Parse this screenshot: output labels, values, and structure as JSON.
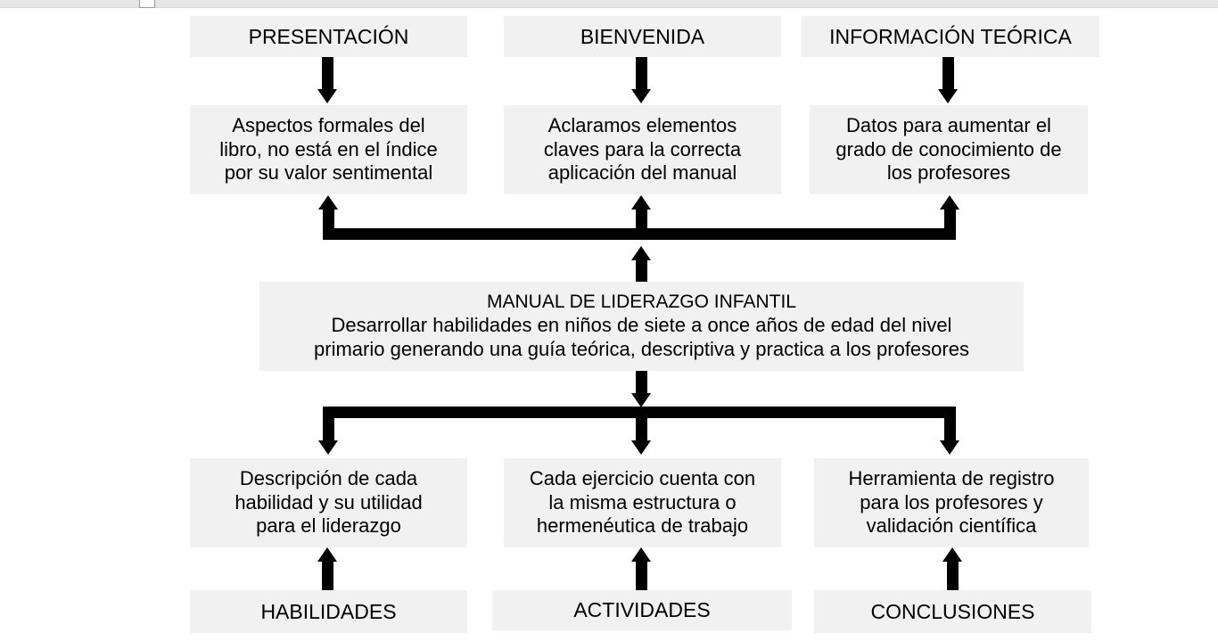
{
  "diagram": {
    "title": "MANUAL DE LIDERAZGO INFANTIL",
    "colors": {
      "box_fill": "#f1f1f1",
      "connector": "#000000",
      "text": "#000000",
      "background": "#ffffff",
      "top_strip": "#e6e6e6"
    },
    "top_row": [
      {
        "id": "presentacion",
        "label": "PRESENTACIÓN"
      },
      {
        "id": "bienvenida",
        "label": "BIENVENIDA"
      },
      {
        "id": "informacion-teorica",
        "label": "INFORMACIÓN TEÓRICA"
      }
    ],
    "second_row": [
      {
        "id": "aspectos-formales",
        "label": "Aspectos formales del\nlibro, no está en el índice\npor su valor sentimental"
      },
      {
        "id": "aclaramos-elementos",
        "label": "Aclaramos elementos\nclaves para la correcta\naplicación del manual"
      },
      {
        "id": "datos-conocimiento",
        "label": "Datos para aumentar el\ngrado de conocimiento de\nlos profesores"
      }
    ],
    "central": {
      "id": "manual-liderazgo-infantil",
      "title": "MANUAL DE LIDERAZGO INFANTIL",
      "body": "Desarrollar habilidades en niños de siete a once años de edad del nivel\nprimario generando una guía teórica, descriptiva y practica a los profesores"
    },
    "fourth_row": [
      {
        "id": "descripcion-habilidad",
        "label": "Descripción de cada\nhabilidad y su utilidad\npara el liderazgo"
      },
      {
        "id": "cada-ejercicio",
        "label": "Cada ejercicio cuenta con\nla misma estructura o\nhermenéutica de trabajo"
      },
      {
        "id": "herramienta-registro",
        "label": "Herramienta de registro\npara los profesores y\nvalidación científica"
      }
    ],
    "bottom_row": [
      {
        "id": "habilidades",
        "label": "HABILIDADES"
      },
      {
        "id": "actividades",
        "label": "ACTIVIDADES"
      },
      {
        "id": "conclusiones",
        "label": "CONCLUSIONES"
      }
    ]
  }
}
